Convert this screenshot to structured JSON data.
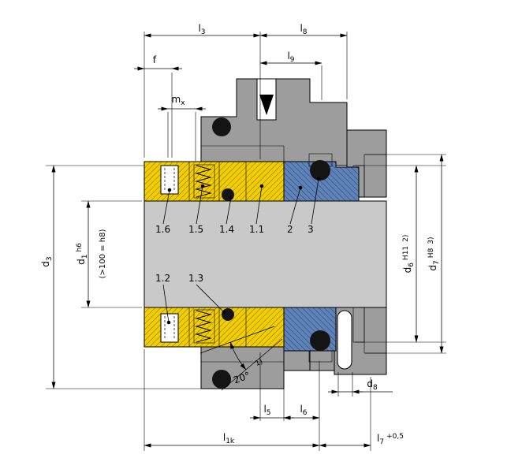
{
  "drawing": {
    "type": "mechanical-seal-cross-section",
    "description": "Technical sectional drawing of a mechanical shaft seal with dimension lines and part item numbers"
  },
  "colors": {
    "background": "#ffffff",
    "housing": "#9d9d9d",
    "shaft": "#c9c9c9",
    "seal_yellow": "#f2cd00",
    "seat_blue": "#5f82b8",
    "oring": "#141414",
    "line": "#000000",
    "arrow": "#000000"
  },
  "dims": {
    "l3": {
      "sym": "l",
      "sub": "3"
    },
    "l8": {
      "sym": "l",
      "sub": "8"
    },
    "l9": {
      "sym": "l",
      "sub": "9"
    },
    "f": {
      "sym": "f"
    },
    "mx": {
      "sym": "m",
      "sub": "x"
    },
    "d3": {
      "sym": "d",
      "sub": "3"
    },
    "d1": {
      "sym": "d",
      "sub": "1",
      "tol": "h6",
      "note": "(>100 = h8)"
    },
    "d6": {
      "sym": "d",
      "sub": "6",
      "tol": "H11",
      "note": "2)"
    },
    "d7": {
      "sym": "d",
      "sub": "7",
      "tol": "H8",
      "note": "3)"
    },
    "d8": {
      "sym": "d",
      "sub": "8"
    },
    "l5": {
      "sym": "l",
      "sub": "5"
    },
    "l6": {
      "sym": "l",
      "sub": "6"
    },
    "l1k": {
      "sym": "l",
      "sub": "1k"
    },
    "l7": {
      "sym": "l",
      "sub": "7",
      "tol": "+0,5"
    },
    "angle": {
      "value": "20°",
      "note": "1)"
    }
  },
  "parts": {
    "p16": "1.6",
    "p15": "1.5",
    "p14": "1.4",
    "p11": "1.1",
    "p2": "2",
    "p3": "3",
    "p12": "1.2",
    "p13": "1.3"
  }
}
